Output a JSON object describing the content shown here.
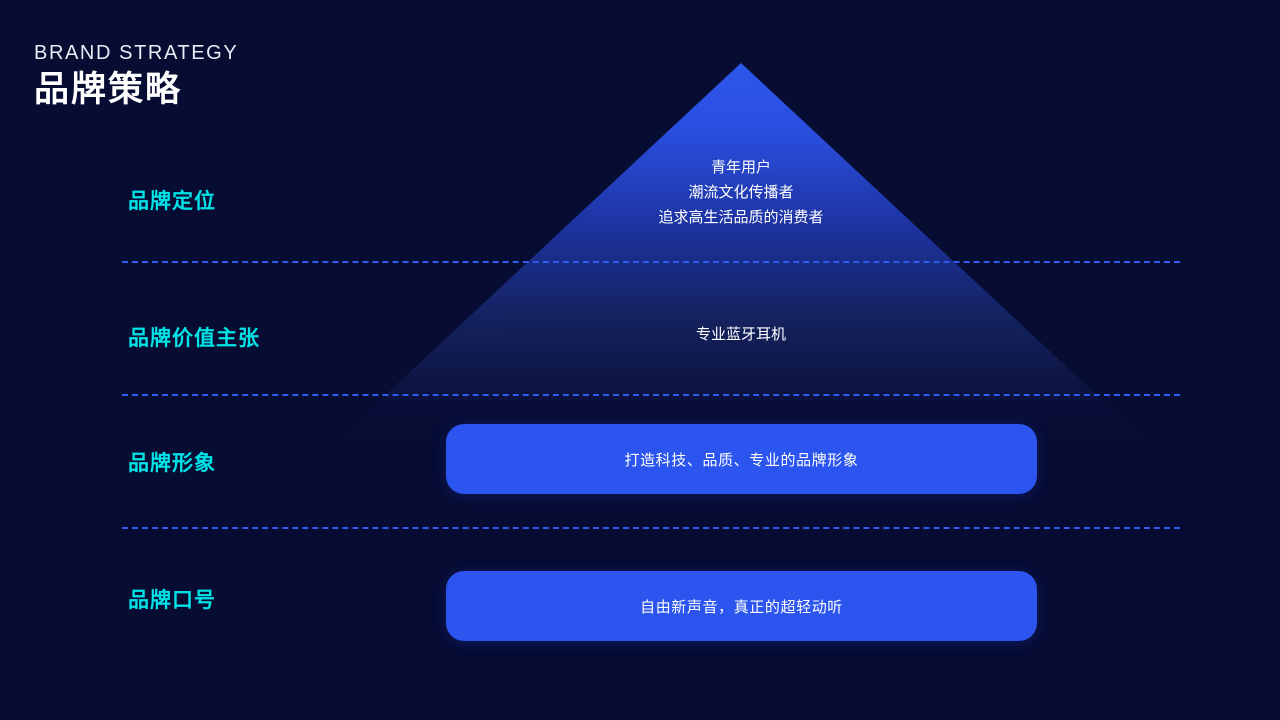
{
  "slide": {
    "background_color": "#070c33",
    "accent_cyan": "#00e3e6",
    "accent_blue": "#2b55ee",
    "separator_color": "#2f5bf0"
  },
  "header": {
    "title_en": "BRAND STRATEGY",
    "title_cn": "品牌策略"
  },
  "rows": [
    {
      "label": "品牌定位"
    },
    {
      "label": "品牌价值主张"
    },
    {
      "label": "品牌形象"
    },
    {
      "label": "品牌口号"
    }
  ],
  "pyramid": {
    "apex_color": "#2e59ef",
    "base_color": "#0a1140",
    "tier_top_lines": [
      "青年用户",
      "潮流文化传播者",
      "追求高生活品质的消费者"
    ],
    "tier_mid_text": "专业蓝牙耳机"
  },
  "cards": [
    {
      "text": "打造科技、品质、专业的品牌形象"
    },
    {
      "text": "自由新声音，真正的超轻动听"
    }
  ]
}
